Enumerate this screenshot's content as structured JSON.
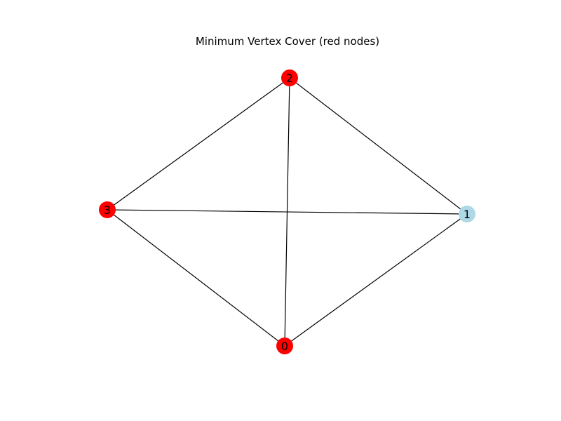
{
  "title": "Minimum Vertex Cover (red nodes)",
  "colors": {
    "cover": "#ff0000",
    "non_cover": "#add8e6",
    "edge": "#000000"
  },
  "nodes": [
    {
      "id": "0",
      "label": "0",
      "in_cover": true
    },
    {
      "id": "1",
      "label": "1",
      "in_cover": false
    },
    {
      "id": "2",
      "label": "2",
      "in_cover": true
    },
    {
      "id": "3",
      "label": "3",
      "in_cover": true
    }
  ],
  "edges": [
    {
      "source": "2",
      "target": "3"
    },
    {
      "source": "2",
      "target": "1"
    },
    {
      "source": "2",
      "target": "0"
    },
    {
      "source": "3",
      "target": "1"
    },
    {
      "source": "3",
      "target": "0"
    },
    {
      "source": "0",
      "target": "1"
    }
  ]
}
